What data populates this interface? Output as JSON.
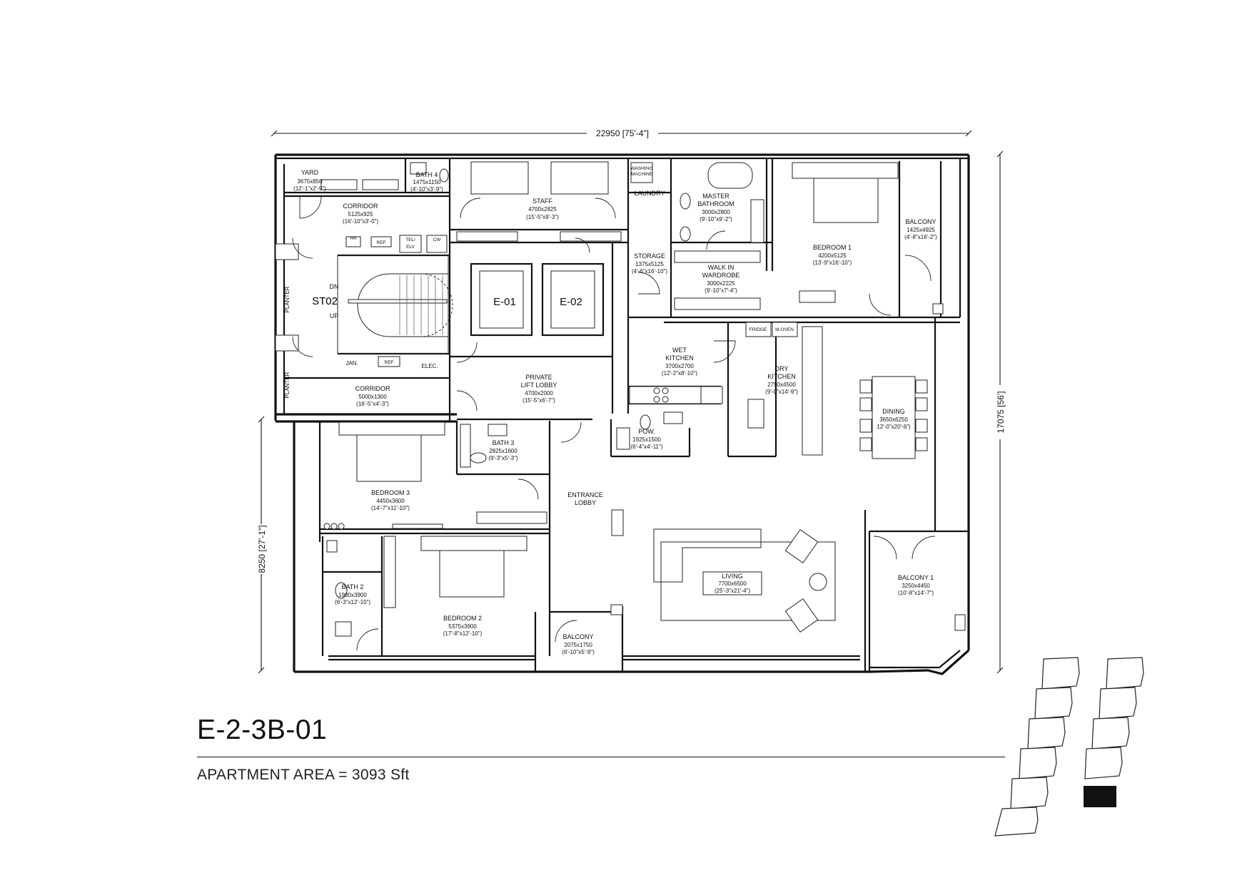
{
  "unit": {
    "code": "E-2-3B-01",
    "area_text": "APARTMENT AREA = 3093 Sft"
  },
  "dimensions": {
    "width": "22950 [75'-4\"]",
    "height": "17075 [56']",
    "left": "8250 [27'-1\"]"
  },
  "rooms": {
    "yard": {
      "name": "YARD",
      "size": "3675x850",
      "imperial": "(12'-1\"x2'-9\")"
    },
    "bath4": {
      "name": "BATH 4",
      "size": "1475x1150",
      "imperial": "(4'-10\"x3'-9\")"
    },
    "corridor_top": {
      "name": "CORRIDOR",
      "size": "5125x925",
      "imperial": "(16'-10\"x3'-0\")"
    },
    "staff": {
      "name": "STAFF",
      "size": "4700x2825",
      "imperial": "(15'-5\"x9'-3\")"
    },
    "laundry": {
      "name": "LAUNDRY"
    },
    "storage": {
      "name": "STORAGE",
      "size": "1375x5125",
      "imperial": "(4'-6\"x16'-10\")"
    },
    "master_bath": {
      "name1": "MASTER",
      "name2": "BATHROOM",
      "size": "3000x2800",
      "imperial": "(9'-10\"x9'-2\")"
    },
    "walkin": {
      "name1": "WALK IN",
      "name2": "WARDROBE",
      "size": "3000x2225",
      "imperial": "(9'-10\"x7'-4\")"
    },
    "bedroom1": {
      "name": "BEDROOM 1",
      "size": "4200x5125",
      "imperial": "(13'-9\"x16'-10\")"
    },
    "balcony_top": {
      "name": "BALCONY",
      "size": "1425x4925",
      "imperial": "(4'-8\"x16'-2\")"
    },
    "wet_kitchen": {
      "name1": "WET",
      "name2": "KITCHEN",
      "size": "3700x2700",
      "imperial": "(12'-2\"x8'-10\")"
    },
    "dry_kitchen": {
      "name1": "DRY",
      "name2": "KITCHEN",
      "size": "2750x4500",
      "imperial": "(9'-0\"x14'-9\")"
    },
    "dining": {
      "name": "DINING",
      "size": "3650x6250",
      "imperial": "12'-0\"x20'-6\")"
    },
    "corridor_bottom": {
      "name": "CORRIDOR",
      "size": "5000x1300",
      "imperial": "(16'-5\"x4'-3\")"
    },
    "private_lift": {
      "name1": "PRIVATE",
      "name2": "LIFT LOBBY",
      "size": "4700x2000",
      "imperial": "(15'-5\"x6'-7\")"
    },
    "pow": {
      "name": "POW.",
      "size": "1925x1500",
      "imperial": "(6'-4\"x4'-11\")"
    },
    "bath3": {
      "name": "BATH 3",
      "size": "2825x1600",
      "imperial": "(9'-3\"x5'-3\")"
    },
    "bedroom3": {
      "name": "BEDROOM 3",
      "size": "4450x3600",
      "imperial": "(14'-7\"x11'-10\")"
    },
    "entrance": {
      "name1": "ENTRANCE",
      "name2": "LOBBY"
    },
    "living": {
      "name": "LIVING",
      "size": "7700x6500",
      "imperial": "(25'-3\"x21'-4\")"
    },
    "balcony1": {
      "name": "BALCONY 1",
      "size": "3250x4450",
      "imperial": "(10'-8\"x14'-7\")"
    },
    "bath2": {
      "name": "BATH 2",
      "size": "1900x3900",
      "imperial": "(6'-3\"x12'-10\")"
    },
    "bedroom2": {
      "name": "BEDROOM 2",
      "size": "5375x3900",
      "imperial": "(17'-8\"x12'-10\")"
    },
    "balcony_small": {
      "name": "BALCONY",
      "size": "2075x1750",
      "imperial": "(6'-10\"x5'-9\")"
    }
  },
  "core": {
    "lift1": "E-01",
    "lift2": "E-02",
    "stair": "ST02",
    "dn": "DN",
    "up": "UP",
    "planter": "PLANTER",
    "hr": "HR",
    "ref": "REF",
    "tel": "TEL/",
    "elv": "ELV",
    "cw": "CW",
    "jan": "JAN.",
    "elec": "ELEC."
  },
  "appliances": {
    "washing": "WASHING",
    "machine": "MACHINE",
    "fridge": "FRIDGE",
    "m_oven": "M.OVEN"
  }
}
